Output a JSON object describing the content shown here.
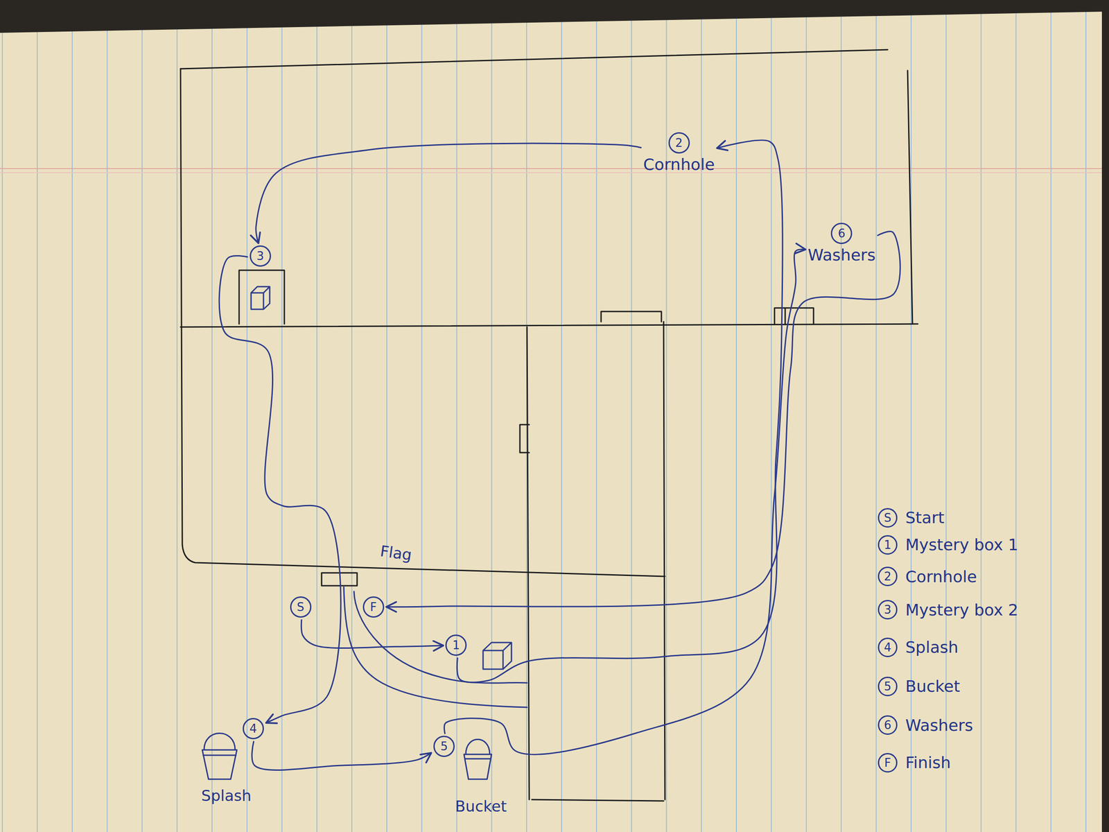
{
  "diagram": {
    "nodes": [
      {
        "text": [
          "2",
          "Cornhole"
        ]
      },
      {
        "text": [
          "6",
          "Washers"
        ]
      },
      {
        "text": [
          "3"
        ]
      },
      {
        "text": [
          "S"
        ]
      },
      {
        "text": [
          "F"
        ]
      },
      {
        "text": [
          "1"
        ]
      },
      {
        "text": [
          "4"
        ]
      },
      {
        "text": [
          "5"
        ]
      }
    ],
    "edges": [
      {
        "from": 3,
        "to": 5,
        "arrow": "to"
      },
      {
        "from": 5,
        "to": 0,
        "arrow": "to"
      },
      {
        "from": 0,
        "to": 2,
        "arrow": "to"
      },
      {
        "from": 2,
        "to": 6,
        "arrow": "to"
      },
      {
        "from": 6,
        "to": 7,
        "arrow": "to"
      },
      {
        "from": 7,
        "to": 1,
        "arrow": "to"
      },
      {
        "from": 1,
        "to": 4,
        "arrow": "to"
      }
    ],
    "labels": [
      "Flag",
      "Splash",
      "Bucket",
      "S",
      "1",
      "2",
      "3",
      "4",
      "5",
      "6",
      "F"
    ],
    "legend": [
      {
        "text": "Start"
      },
      {
        "text": "Mystery box 1"
      },
      {
        "text": "Cornhole"
      },
      {
        "text": "Mystery box 2"
      },
      {
        "text": "Splash"
      },
      {
        "text": "Bucket"
      },
      {
        "text": "Washers"
      },
      {
        "text": "Finish"
      }
    ]
  }
}
